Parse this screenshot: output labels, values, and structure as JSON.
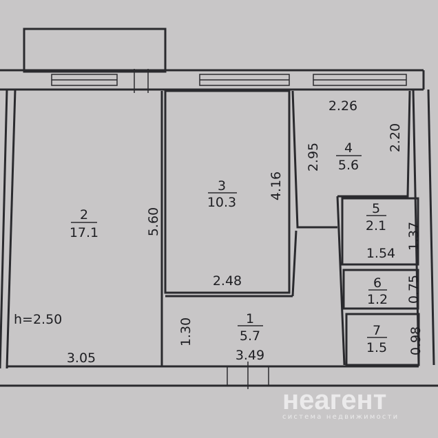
{
  "rooms": [
    {
      "number": "2",
      "area": "17.1"
    },
    {
      "number": "3",
      "area": "10.3"
    },
    {
      "number": "4",
      "area": "5.6"
    },
    {
      "number": "5",
      "area": "2.1"
    },
    {
      "number": "6",
      "area": "1.2"
    },
    {
      "number": "7",
      "area": "1.5"
    },
    {
      "number": "1",
      "area": "5.7"
    }
  ],
  "dimensions": {
    "r2_height": "5.60",
    "r2_width": "3.05",
    "ceiling": "h=2.50",
    "r3_height": "4.16",
    "r3_width": "2.48",
    "r4_top": "2.26",
    "r4_left": "2.95",
    "r4_right": "2.20",
    "r5_width": "1.54",
    "r5_height": "1.37",
    "r6_height": "0.75",
    "r7_height": "0.98",
    "r1_height": "1.30",
    "r1_width": "3.49"
  },
  "watermark": {
    "brand": "неагент",
    "tagline": "система недвижимости"
  }
}
